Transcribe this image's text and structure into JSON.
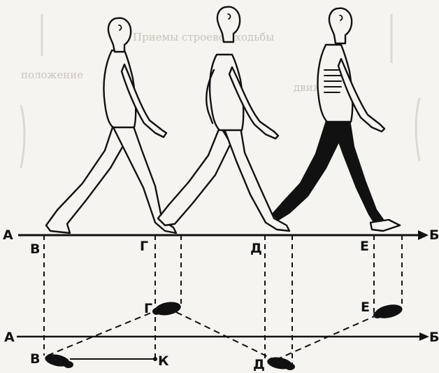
{
  "labels": {
    "axis_top_start": "А",
    "axis_top_end": "Б",
    "axis_bottom_start": "А",
    "axis_bottom_end": "Б",
    "point_v_top": "В",
    "point_g_top": "Г",
    "point_d_top": "Д",
    "point_e_top": "Е",
    "point_g_bottom": "Г",
    "point_e_bottom": "Е",
    "point_v_bottom": "В",
    "point_k_bottom": "К",
    "point_d_bottom": "Д"
  },
  "background_text": [
    "Приемы строевой ходьбы",
    "положение",
    "движение"
  ],
  "figures": [
    {
      "name": "walker-1",
      "clothing": "outline"
    },
    {
      "name": "walker-2",
      "clothing": "outline"
    },
    {
      "name": "walker-3",
      "clothing": "dark-trousers"
    }
  ],
  "colors": {
    "ink": "#111111",
    "paper": "#f6f4f0",
    "ghost": "#c9c4bc"
  }
}
